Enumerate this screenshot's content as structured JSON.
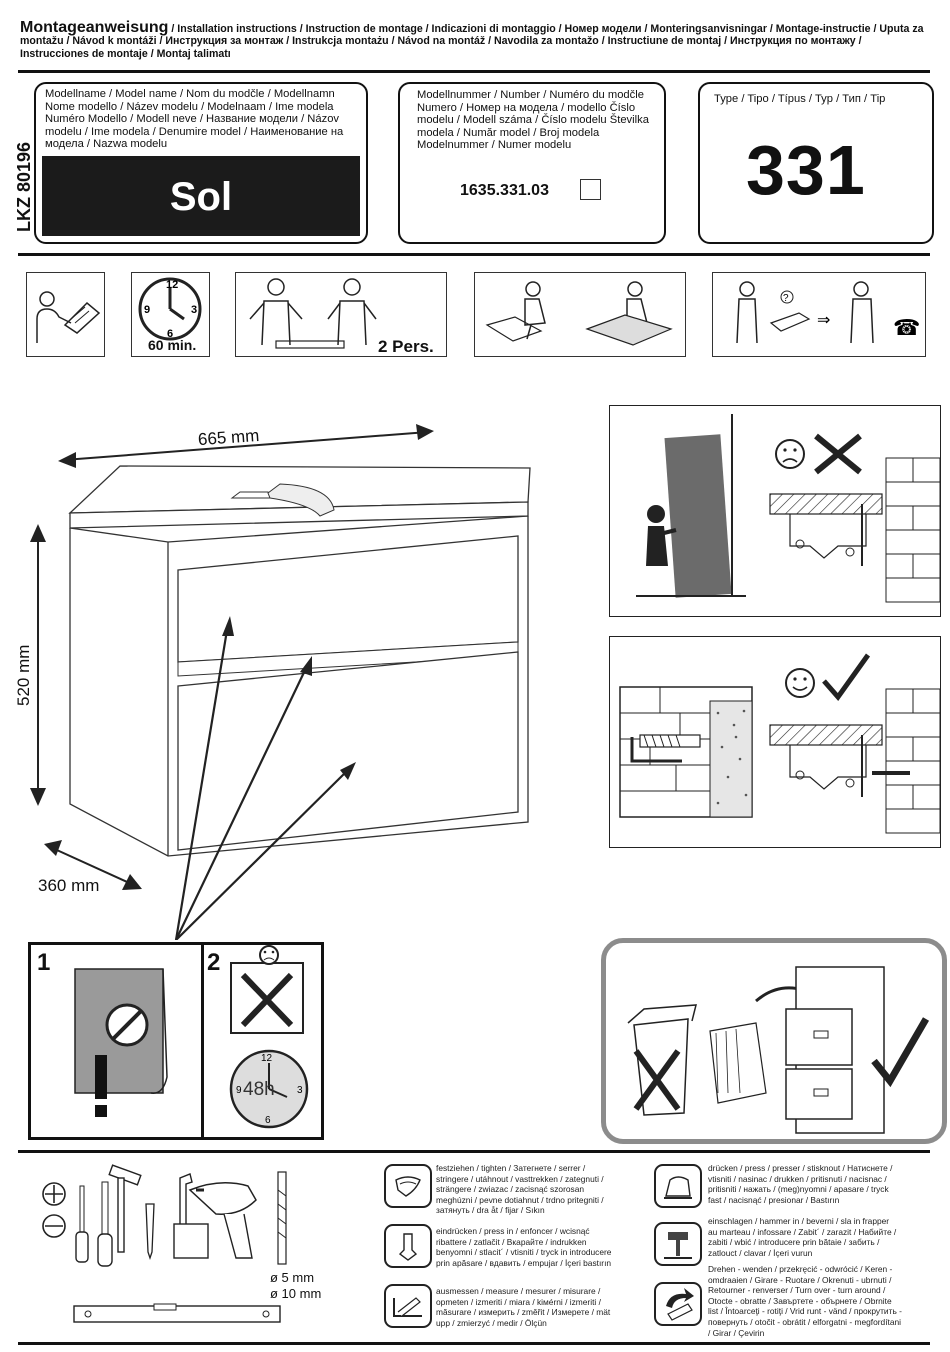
{
  "header": {
    "title": "Montageanweisung",
    "rest": " / Installation instructions / Instruction de montage / Indicazioni di montaggio / Номер модели / Monteringsanvisningar / Montage-instructie / Uputa za montažu / Návod k montáži / Инструкция за монтаж / Instrukcja montażu / Návod na montáž / Navodila za montažo / Instructiune de montaj / Инструкция по монтажу / Instrucciones de montaje / Montaj talimatı"
  },
  "doc_code": "LKZ 80196",
  "model": {
    "labels": "Modellname / Model name / Nom du modčle / Modellnamn Nome modello / Název modelu / Modelnaam / Ime modela Numéro Modello / Modell neve / Название модели / Názov modelu / Ime modela / Denumire model / Наименование на модела / Nazwa modelu",
    "name": "Sol"
  },
  "number": {
    "labels": "Modellnummer / Number / Numéro du modčle Numero / Номер на модела / modello Číslo modelu / Modell száma / Číslo modelu Številka modela / Număr model / Broj modela Modelnummer / Numer modelu",
    "value": "1635.331.03"
  },
  "type": {
    "labels": "Type / Tipo / Típus / Typ / Тип / Tip",
    "value": "331"
  },
  "icons_row": {
    "time": "60 min.",
    "persons": "2 Pers."
  },
  "dimensions": {
    "width": "665 mm",
    "height": "520 mm",
    "depth": "360 mm"
  },
  "warnings": {
    "step1": "1",
    "step2": "2",
    "hours": "48h"
  },
  "tools": {
    "drill_5": "ø 5 mm",
    "drill_10": "ø 10 mm"
  },
  "legend": [
    {
      "icon": "tighten-icon",
      "text": "festziehen / tighten / Затегнете / serrer / stringere / utáhnout / vasttrekken / zategnuti / strängere / zwiazac / zacisnąć szorosan meghúzni / pevne dotiahnut / trdno pritegniti / затянуть / dra åt / fijar / Sıkın"
    },
    {
      "icon": "press-in-icon",
      "text": "eindrücken / press in / enfoncer / wcisnąć ribattere / zatlačit / Вкарайте / indrukken benyomni / stlacit´ / vtisniti / tryck in introducere prin apăsare / вдавить / empujar / İçeri bastırın"
    },
    {
      "icon": "measure-icon",
      "text": "ausmessen / measure / mesurer / misurare / opmeten / izmeriti / miara / kiмérni / izmeriti / măsurare / измерить / změřit / Измерете / mät upp / zmierzyć / medir / Ölçün"
    },
    {
      "icon": "press-icon",
      "text": "drücken / press / presser / stisknout / Натиснете / vtisniti / nasinac / drukken / pritisnuti / nacisnac / pritisniti / нажать / (meg)nyomni / apasare / tryck fast / nacisnąć / presionar / Bastırın"
    },
    {
      "icon": "hammer-icon",
      "text": "einschlagen / hammer in / beverni / sla in frapper au marteau / infossare / Zabit´ / zarazit / Набийте / zabiti / wbić / introducere prin bătaie / забить / zatlouct / clavar / İçeri vurun"
    },
    {
      "icon": "turn-icon",
      "text": "Drehen - wenden / przekręcić - odwrócić / Keren - omdraaien / Girare - Ruotare / Okrenuti - ubrnuti / Retourner - renverser / Turn over - turn around / Otocte - obratte / Завъртете - обърнете / Obrnite list / Întoarceţi - rotiţi / Vrid runt - vänd / прокрутить - повернуть / otočit - obrátit / elforgatni - megfordítani / Girar / Çevirin"
    }
  ]
}
